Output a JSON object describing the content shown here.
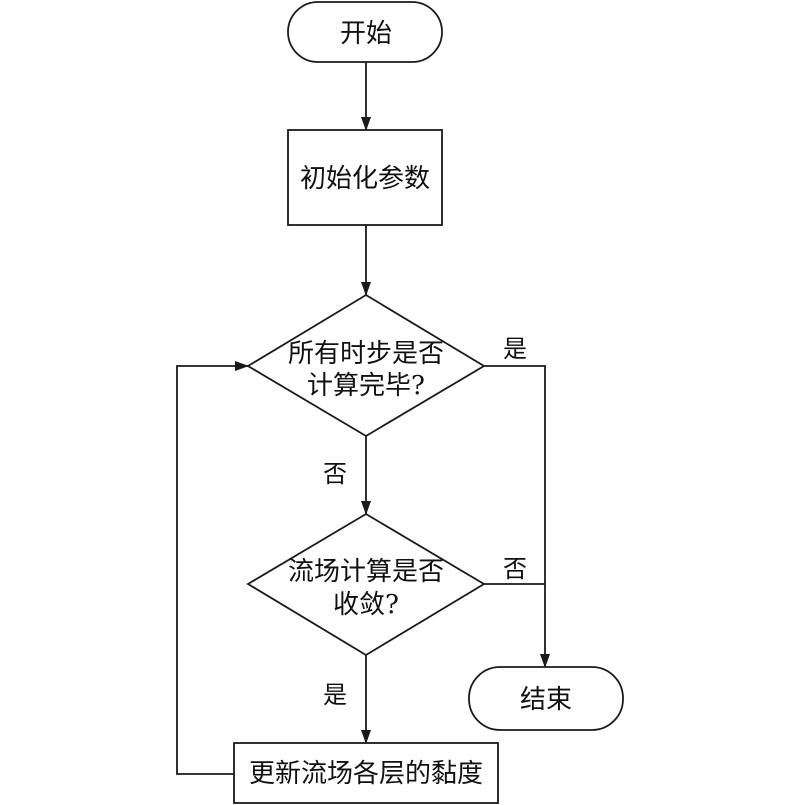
{
  "flowchart": {
    "nodes": {
      "start": {
        "text": "开始",
        "shape": "terminal"
      },
      "init": {
        "text": "初始化参数",
        "shape": "process"
      },
      "check_steps": {
        "text": [
          "所有时步是否",
          "计算完毕?"
        ],
        "shape": "decision"
      },
      "check_converge": {
        "text": [
          "流场计算是否",
          "收敛?"
        ],
        "shape": "decision"
      },
      "end": {
        "text": "结束",
        "shape": "terminal"
      },
      "update": {
        "text": "更新流场各层的黏度",
        "shape": "process"
      }
    },
    "edges": [
      {
        "from": "start",
        "to": "init",
        "label": ""
      },
      {
        "from": "init",
        "to": "check_steps",
        "label": ""
      },
      {
        "from": "check_steps",
        "to": "end",
        "label": "是"
      },
      {
        "from": "check_steps",
        "to": "check_converge",
        "label": "否"
      },
      {
        "from": "check_converge",
        "to": "end",
        "label": "否"
      },
      {
        "from": "check_converge",
        "to": "update",
        "label": "是"
      },
      {
        "from": "update",
        "to": "check_steps",
        "label": ""
      }
    ]
  }
}
